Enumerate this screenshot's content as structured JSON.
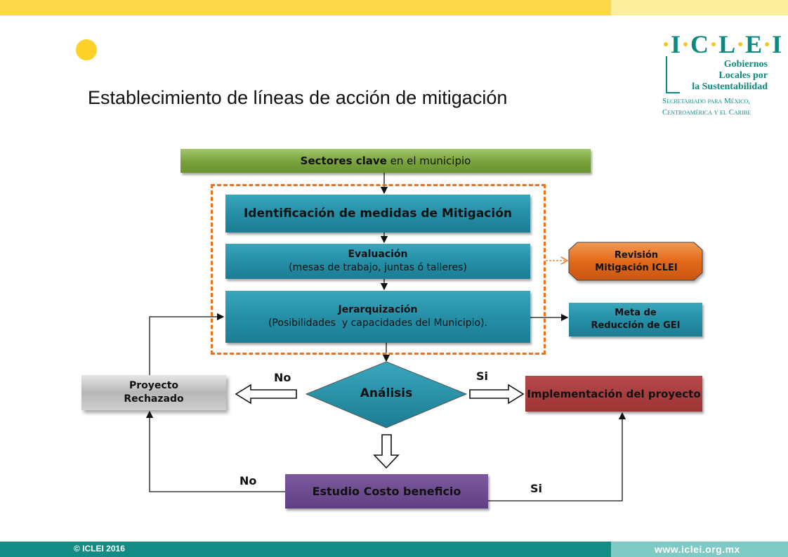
{
  "header": {
    "title": "Establecimiento de líneas de acción de mitigación"
  },
  "logo": {
    "letters": [
      "I",
      "C",
      "L",
      "E",
      "I"
    ],
    "line1": "Gobiernos",
    "line2": "Locales por",
    "line3": "la Sustentabilidad",
    "secretariat1": "Secretariado para México,",
    "secretariat2": "Centroamérica y el Caribe"
  },
  "footer": {
    "copyright": "© ICLEI 2016",
    "url": "www.iclei.org.mx"
  },
  "diagram": {
    "sectores": {
      "bold": "Sectores clave",
      "rest": " en el municipio"
    },
    "identificacion": "Identificación de medidas de Mitigación",
    "evaluacion": {
      "title": "Evaluación",
      "sub": "(mesas de trabajo, juntas ó talleres)"
    },
    "jerarquizacion": {
      "title": "Jerarquización",
      "sub": "(Posibilidades  y capacidades del Municipio)."
    },
    "revision": {
      "line1": "Revisión",
      "line2": "Mitigación ICLEI"
    },
    "meta": {
      "line1": "Meta de",
      "line2": "Reducción de GEI"
    },
    "analisis": "Análisis",
    "proyecto": {
      "line1": "Proyecto",
      "line2": "Rechazado"
    },
    "implementacion": "Implementación del proyecto",
    "estudio": "Estudio Costo beneficio",
    "label_no_1": "No",
    "label_si_1": "Si",
    "label_no_2": "No",
    "label_si_2": "Si"
  },
  "colors": {
    "yellow": "#fcd949",
    "teal_bar": "#128c84",
    "green_box": "#78a23b",
    "teal_box": "#258fa7",
    "orange": "#e9731d",
    "red_box": "#9d3436",
    "purple_box": "#5f3f82",
    "gray_box": "#c4c4c4"
  }
}
